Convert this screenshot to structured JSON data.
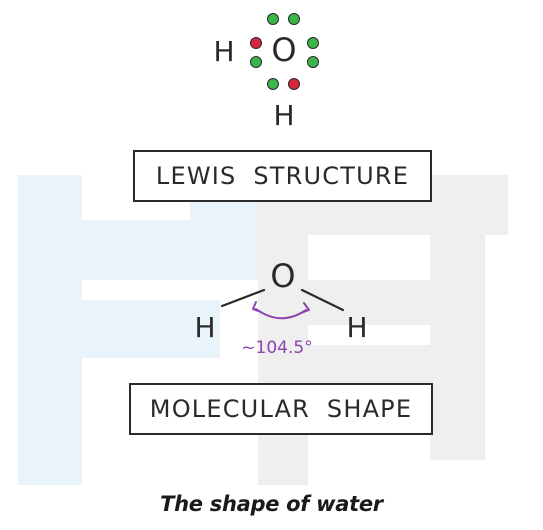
{
  "lewis": {
    "central_atom": "O",
    "left_atom": "H",
    "bottom_atom": "H",
    "label": "LEWIS STRUCTURE",
    "lone_pair_color": "#3bb54a",
    "bond_electron_color": "#d7263d"
  },
  "molecule": {
    "central_atom": "O",
    "left_atom": "H",
    "right_atom": "H",
    "angle_label": "~104.5°",
    "angle_color": "#8e44ad",
    "label": "MOLECULAR SHAPE"
  },
  "caption": "The shape of water",
  "colors": {
    "watermark": "#eaf4f9",
    "watermark_gray": "#ededee",
    "ink": "#2a2a2a"
  }
}
